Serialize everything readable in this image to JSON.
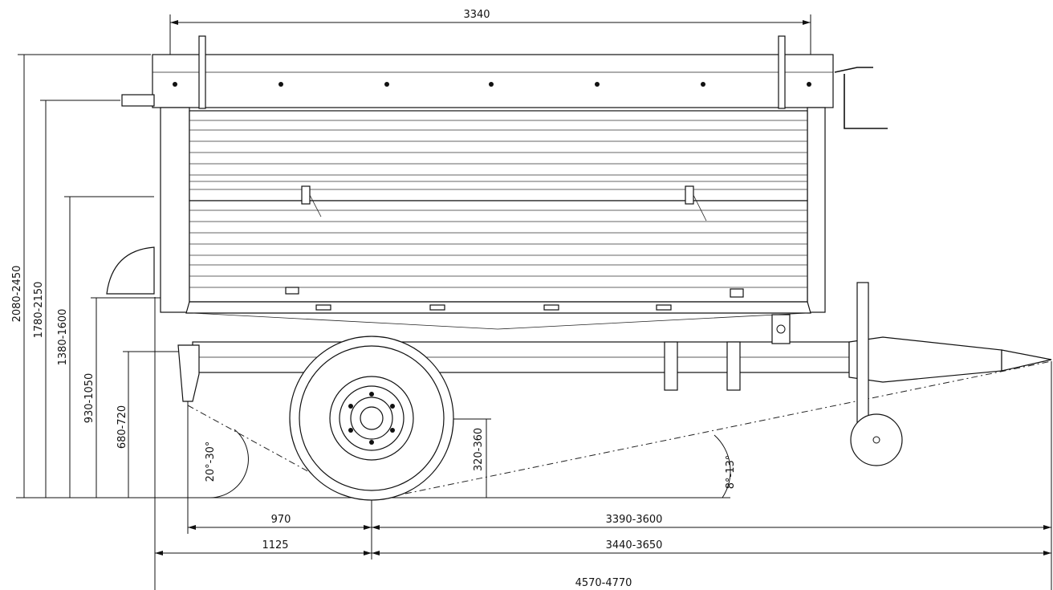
{
  "dimensions": {
    "top_width": "3340",
    "height_overall": "2080-2450",
    "height_top_edge": "1780-2150",
    "height_upper_board": "1380-1600",
    "height_platform": "930-1050",
    "height_hitch": "680-720",
    "axle_height": "320-360",
    "rear_angle": "20°-30°",
    "front_angle": "8°-13°",
    "rear_to_axle": "970",
    "axle_to_front": "3390-3600",
    "rear_overhang_to_axle": "1125",
    "axle_to_hitch": "3440-3650",
    "total_length": "4570-4770"
  }
}
